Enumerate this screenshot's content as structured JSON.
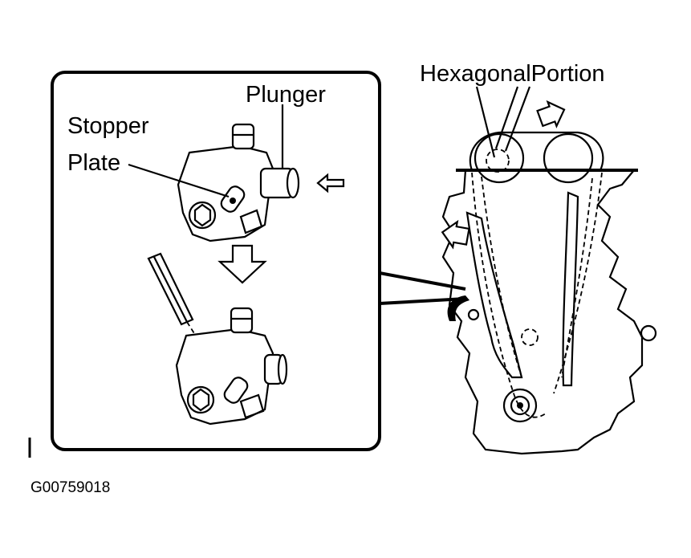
{
  "labels": {
    "hexagonal_portion": "HexagonalPortion",
    "plunger": "Plunger",
    "stopper": "Stopper",
    "plate": "Plate"
  },
  "figure_code": "G00759018"
}
